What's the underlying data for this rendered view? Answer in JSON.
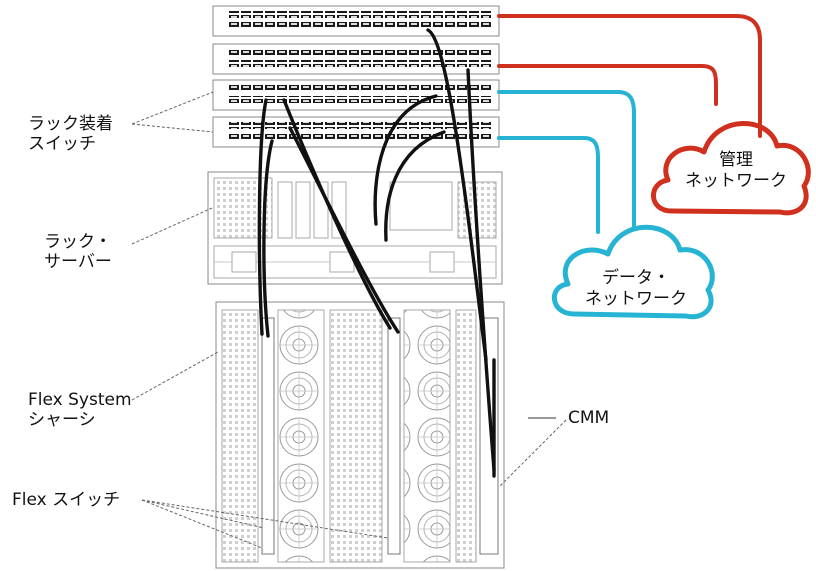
{
  "labels": {
    "rack_switch": [
      "ラック装着",
      "スイッチ"
    ],
    "rack_server": [
      "ラック・",
      "サーバー"
    ],
    "flex_chassis": [
      "Flex System",
      "シャーシ"
    ],
    "flex_switch": "Flex スイッチ",
    "cmm": "CMM"
  },
  "clouds": {
    "management": [
      "管理",
      "ネットワーク"
    ],
    "data": [
      "データ・",
      "ネットワーク"
    ]
  },
  "colors": {
    "management_link": "#d0311f",
    "data_link": "#27b3d4",
    "patch_cable": "#111111",
    "equipment_outline": "#8a8a8a"
  }
}
